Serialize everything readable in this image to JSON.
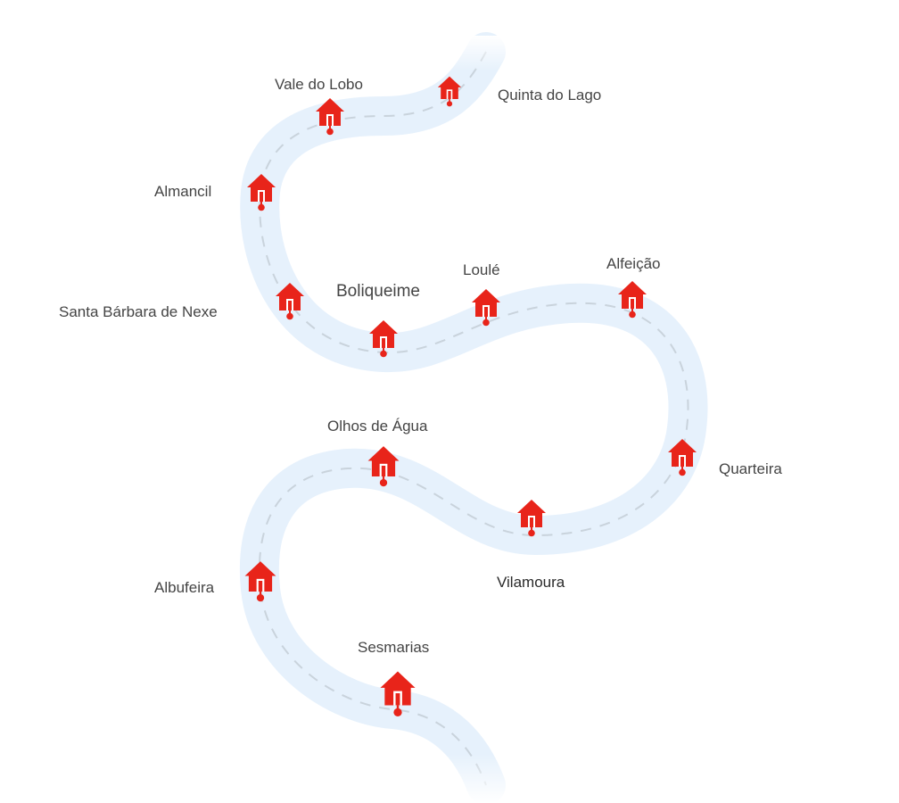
{
  "map": {
    "accent_color": "#e8241a",
    "road_color": "#e6f1fc",
    "road_dash_color": "#c9d3dc",
    "marker_icon": "house-pin-icon",
    "places": [
      {
        "name": "Quinta do Lago"
      },
      {
        "name": "Vale do Lobo"
      },
      {
        "name": "Almancil"
      },
      {
        "name": "Santa Bárbara de Nexe"
      },
      {
        "name": "Boliqueime"
      },
      {
        "name": "Loulé"
      },
      {
        "name": "Alfeição"
      },
      {
        "name": "Quarteira"
      },
      {
        "name": "Vilamoura"
      },
      {
        "name": "Olhos de Água"
      },
      {
        "name": "Albufeira"
      },
      {
        "name": "Sesmarias"
      }
    ]
  }
}
